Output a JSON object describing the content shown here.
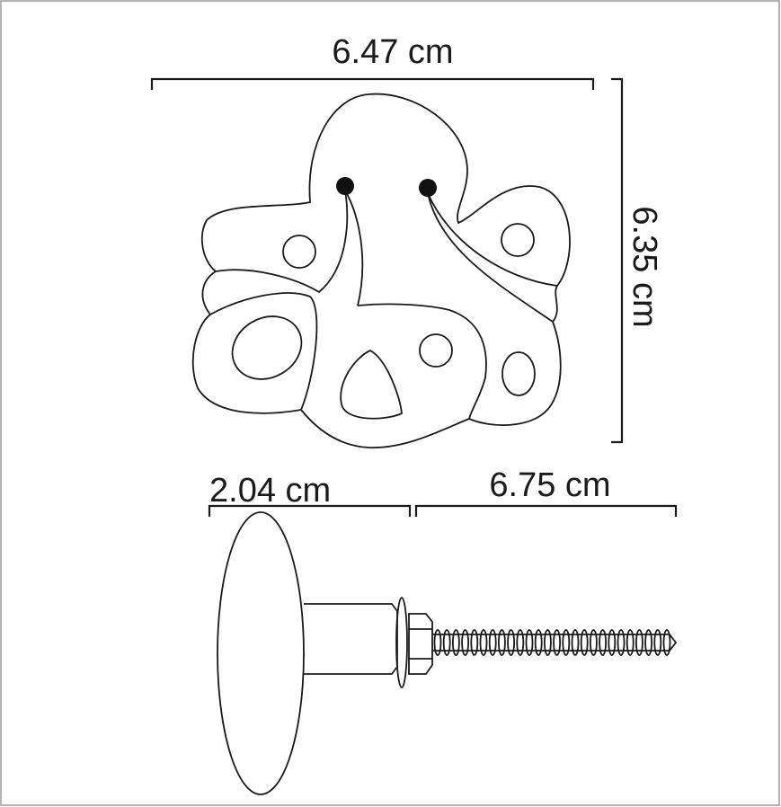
{
  "dimensions": {
    "width_label": "6.47 cm",
    "height_label": "6.35 cm",
    "knob_depth_label": "2.04 cm",
    "screw_length_label": "6.75 cm"
  },
  "colors": {
    "line": "#1a1a1a",
    "frame": "#9a9a9a",
    "background": "#ffffff"
  }
}
